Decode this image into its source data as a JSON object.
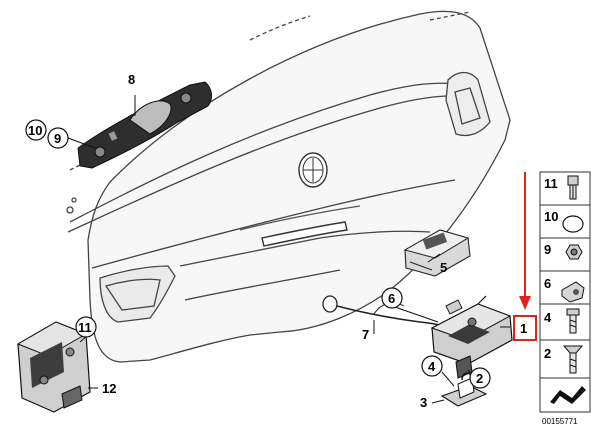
{
  "diagram": {
    "drawing_id": "00155771",
    "callouts": {
      "c1": "1",
      "c2": "2",
      "c3": "3",
      "c4": "4",
      "c5": "5",
      "c6": "6",
      "c7": "7",
      "c8": "8",
      "c9": "9",
      "c10": "10",
      "c11": "11",
      "c12": "12"
    },
    "parts_column": {
      "rows": [
        {
          "number": "11",
          "icon": "bulb-socket-icon"
        },
        {
          "number": "10",
          "icon": "round-cap-icon"
        },
        {
          "number": "9",
          "icon": "hex-nut-icon"
        },
        {
          "number": "6",
          "icon": "cable-clip-icon"
        },
        {
          "number": "4",
          "icon": "torx-screw-icon"
        },
        {
          "number": "2",
          "icon": "countersunk-screw-icon"
        }
      ]
    },
    "highlight": {
      "color": "#e0241b",
      "target": "1"
    },
    "colors": {
      "line": "#2a2a2a",
      "body_fill": "#f6f6f6",
      "part_fill": "#d9d9d9",
      "dark_part": "#555555"
    }
  }
}
